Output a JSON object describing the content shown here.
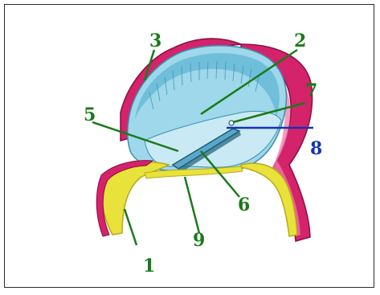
{
  "labels": [
    {
      "id": "1",
      "text": "1",
      "color": "#1a7a1a"
    },
    {
      "id": "2",
      "text": "2",
      "color": "#1a7a1a"
    },
    {
      "id": "3",
      "text": "3",
      "color": "#1a7a1a"
    },
    {
      "id": "5",
      "text": "5",
      "color": "#1a7a1a"
    },
    {
      "id": "6",
      "text": "6",
      "color": "#1a7a1a"
    },
    {
      "id": "7",
      "text": "7",
      "color": "#1a7a1a"
    },
    {
      "id": "8",
      "text": "8",
      "color": "#1533b5"
    },
    {
      "id": "9",
      "text": "9",
      "color": "#1a7a1a"
    }
  ],
  "colors": {
    "tube_outer": "#d4236a",
    "tube_inner": "#f27bab",
    "lining": "#9ed8ea",
    "lining_dark": "#63b8d6",
    "rubber": "#e8e23a",
    "rubber_edge": "#b8a91a",
    "leader_green": "#1a7a1a",
    "leader_blue": "#1533b5"
  }
}
